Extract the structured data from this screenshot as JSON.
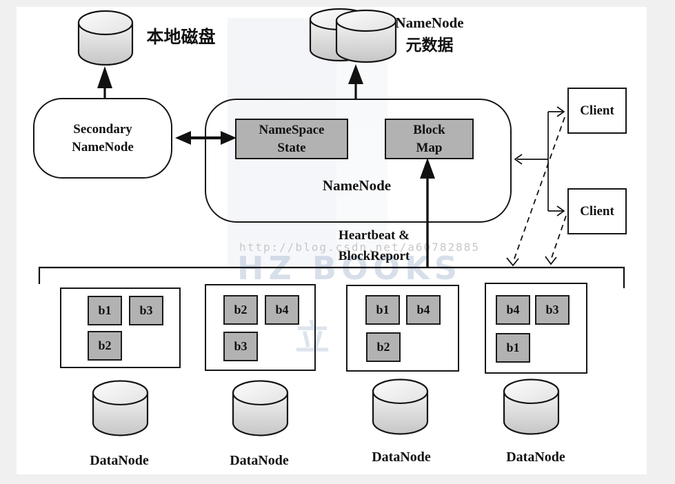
{
  "colors": {
    "page_bg": "#f0f0f0",
    "canvas_bg": "#ffffff",
    "box_gray": "#b2b2b2",
    "line": "#111111",
    "watermark_gray": "#c7c7c7",
    "logo_blue": "#b6c4d8"
  },
  "top": {
    "local_disk_label": "本地磁盘",
    "meta_disk_label_line1": "NameNode",
    "meta_disk_label_line2": "元数据"
  },
  "secondary_namenode": {
    "line1": "Secondary",
    "line2": "NameNode"
  },
  "namenode": {
    "label": "NameNode",
    "namespace_state_line1": "NameSpace",
    "namespace_state_line2": "State",
    "block_map_line1": "Block",
    "block_map_line2": "Map"
  },
  "heartbeat": {
    "line1": "Heartbeat &",
    "line2": "BlockReport"
  },
  "clients": [
    {
      "label": "Client"
    },
    {
      "label": "Client"
    }
  ],
  "datanodes": [
    {
      "label": "DataNode",
      "blocks": [
        "b1",
        "b3",
        "b2"
      ]
    },
    {
      "label": "DataNode",
      "blocks": [
        "b2",
        "b4",
        "b3"
      ]
    },
    {
      "label": "DataNode",
      "blocks": [
        "b1",
        "b4",
        "b2"
      ]
    },
    {
      "label": "DataNode",
      "blocks": [
        "b4",
        "b3",
        "b1"
      ]
    }
  ],
  "watermarks": {
    "url": "http://blog.csdn.net/a60782885",
    "logo_text": "HZ BOOKS",
    "logo_fragment": "立"
  }
}
